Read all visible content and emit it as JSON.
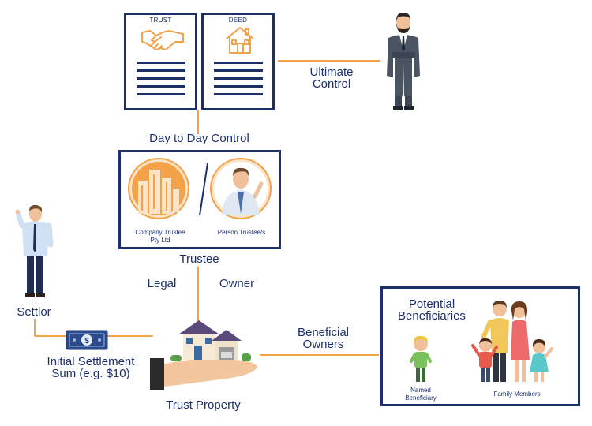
{
  "trust_doc": {
    "title": "TRUST",
    "icon": "handshake-icon"
  },
  "deed_doc": {
    "title": "DEED",
    "icon": "house-icon"
  },
  "ultimate_control": {
    "line1": "Ultimate",
    "line2": "Control"
  },
  "day_to_day": "Day to Day Control",
  "trustee_box": {
    "company_line1": "Company Trustee",
    "company_line2": "Pty Ltd",
    "person": "Person Trustee/s"
  },
  "trustee": "Trustee",
  "legal": "Legal",
  "owner": "Owner",
  "settlor": "Settlor",
  "settlement": {
    "line1": "Initial Settlement",
    "line2": "Sum (e.g. $10)"
  },
  "trust_property": "Trust Property",
  "beneficial": {
    "line1": "Beneficial",
    "line2": "Owners"
  },
  "beneficiaries_box": {
    "title_line1": "Potential",
    "title_line2": "Beneficiaries",
    "named_line1": "Named",
    "named_line2": "Beneficiary",
    "family": "Family Members"
  },
  "colors": {
    "navy": "#1c2f6b",
    "orange": "#f3a24a",
    "text": "#1b2a4a"
  }
}
